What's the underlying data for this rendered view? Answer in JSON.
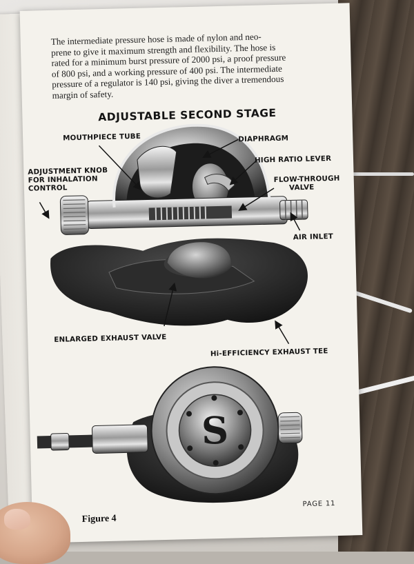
{
  "intro_paragraph": {
    "lines": [
      "The intermediate pressure hose is made of nylon and neo-",
      "prene to give it maximum strength and flexibility. The hose is",
      "rated for a minimum burst pressure of 2000 psi, a proof pressure",
      "of 800 psi, and a working pressure of 400 psi. The intermediate",
      "pressure of a regulator is 140 psi, giving the diver a tremendous",
      "margin of safety."
    ]
  },
  "figure": {
    "title": "ADJUSTABLE SECOND STAGE",
    "labels": {
      "mouthpiece_tube": "MOUTHPIECE TUBE",
      "diaphragm": "DIAPHRAGM",
      "high_ratio_lever": "HIGH RATIO LEVER",
      "adjustment_knob": [
        "ADJUSTMENT KNOB",
        "FOR INHALATION",
        "CONTROL"
      ],
      "flow_through_valve": [
        "FLOW-THROUGH",
        "VALVE"
      ],
      "air_inlet": "AIR INLET",
      "enlarged_exhaust_valve": "ENLARGED EXHAUST VALVE",
      "exhaust_tee": "Hi-EFFICIENCY EXHAUST TEE"
    },
    "logo_letter": "S",
    "caption": "Figure 4"
  },
  "page_number": "PAGE  11",
  "colors": {
    "paper": "#f4f2ec",
    "ink": "#141414",
    "metal_dark": "#2a2a2a",
    "metal_light": "#d9d9d9",
    "rubber": "#1e1e1e"
  }
}
